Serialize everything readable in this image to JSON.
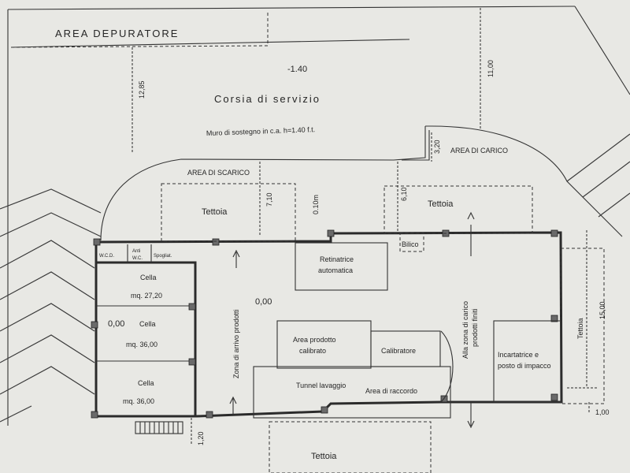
{
  "plan": {
    "area_depuratore": "AREA DEPURATORE",
    "corsia_servizio": "Corsia di servizio",
    "level_top": "-1.40",
    "muro_sostegno": "Muro di sostegno in c.a. h=1.40 f.t.",
    "area_scarico": "AREA DI SCARICO",
    "area_carico": "AREA DI CARICO",
    "tettoia": "Tettoia",
    "level_0_10m": "0.10m",
    "retinatrice": [
      "Retinatrice",
      "automatica"
    ],
    "bilico": "Bilico",
    "wcd": "W.C.D.",
    "antiwc": [
      "Anti",
      "W.C."
    ],
    "spogliatoio": "Spogliat.",
    "cella": "Cella",
    "mq_27": "mq. 27,20",
    "mq_36": "mq. 36,00",
    "mq_36b": "mq. 36,00",
    "level_000": "0,00",
    "level_000b": "0,00",
    "zona_arrivo": "Zona di arrivo prodotti",
    "area_calibrato": [
      "Area prodotto",
      "calibrato"
    ],
    "calibratore": "Calibratore",
    "tunnel": "Tunnel lavaggio",
    "area_raccordo": "Area di raccordo",
    "zona_carico": [
      "Alla zona di carico",
      "prodotti finiti"
    ],
    "incartatrice": [
      "Incartatrice e",
      "posto di impacco"
    ],
    "tettoia_side": "Tettoia",
    "dims": {
      "d_1285": "12,85",
      "d_1100": "11,00",
      "d_320": "3,20",
      "d_710": "7,10",
      "d_610": "6,10",
      "d_1500": "15,00",
      "d_100": "1,00",
      "d_120": "1,20"
    }
  }
}
